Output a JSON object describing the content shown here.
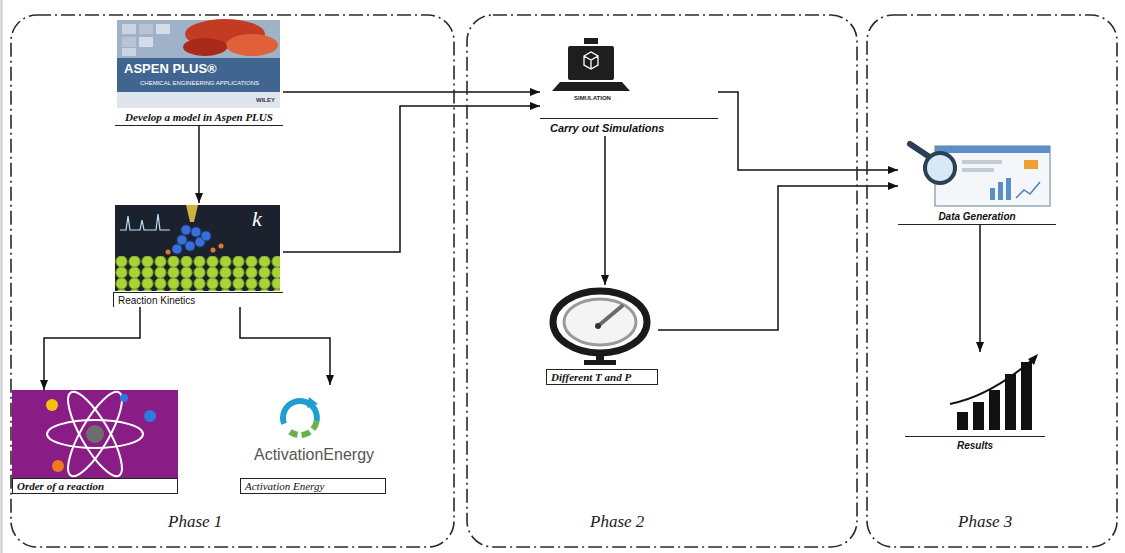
{
  "diagram": {
    "nodes": [
      {
        "text": [
          "Phase 1"
        ]
      },
      {
        "text": [
          "Develop a model in Aspen PLUS"
        ],
        "in": 0
      },
      {
        "text": [
          "Reaction Kinetics"
        ],
        "in": 0
      },
      {
        "text": [
          "Order of a reaction"
        ],
        "in": 0
      },
      {
        "text": [
          "Activation Energy"
        ],
        "in": 0
      },
      {
        "text": [
          "Phase 2"
        ]
      },
      {
        "text": [
          "Carry out Simulations"
        ],
        "in": 5
      },
      {
        "text": [
          "Different T and P"
        ],
        "in": 5
      },
      {
        "text": [
          "Phase 3"
        ]
      },
      {
        "text": [
          "Data Generation"
        ],
        "in": 8
      },
      {
        "text": [
          "Results"
        ],
        "in": 8
      }
    ],
    "edges": [
      {
        "from": 1,
        "to": 6,
        "arrow": "to"
      },
      {
        "from": 1,
        "to": 2,
        "arrow": "to"
      },
      {
        "from": 2,
        "to": 6,
        "arrow": "to"
      },
      {
        "from": 2,
        "to": 3,
        "arrow": "to"
      },
      {
        "from": 2,
        "to": 4,
        "arrow": "to"
      },
      {
        "from": 6,
        "to": 7,
        "arrow": "to"
      },
      {
        "from": 6,
        "to": 9,
        "arrow": "to"
      },
      {
        "from": 7,
        "to": 9,
        "arrow": "to"
      },
      {
        "from": 9,
        "to": 10,
        "arrow": "to"
      }
    ],
    "labels": [
      "ASPEN PLUS®",
      "CHEMICAL ENGINEERING APPLICATIONS",
      "WILEY",
      "k",
      "ActivationEnergy",
      "SIMULATION"
    ]
  }
}
